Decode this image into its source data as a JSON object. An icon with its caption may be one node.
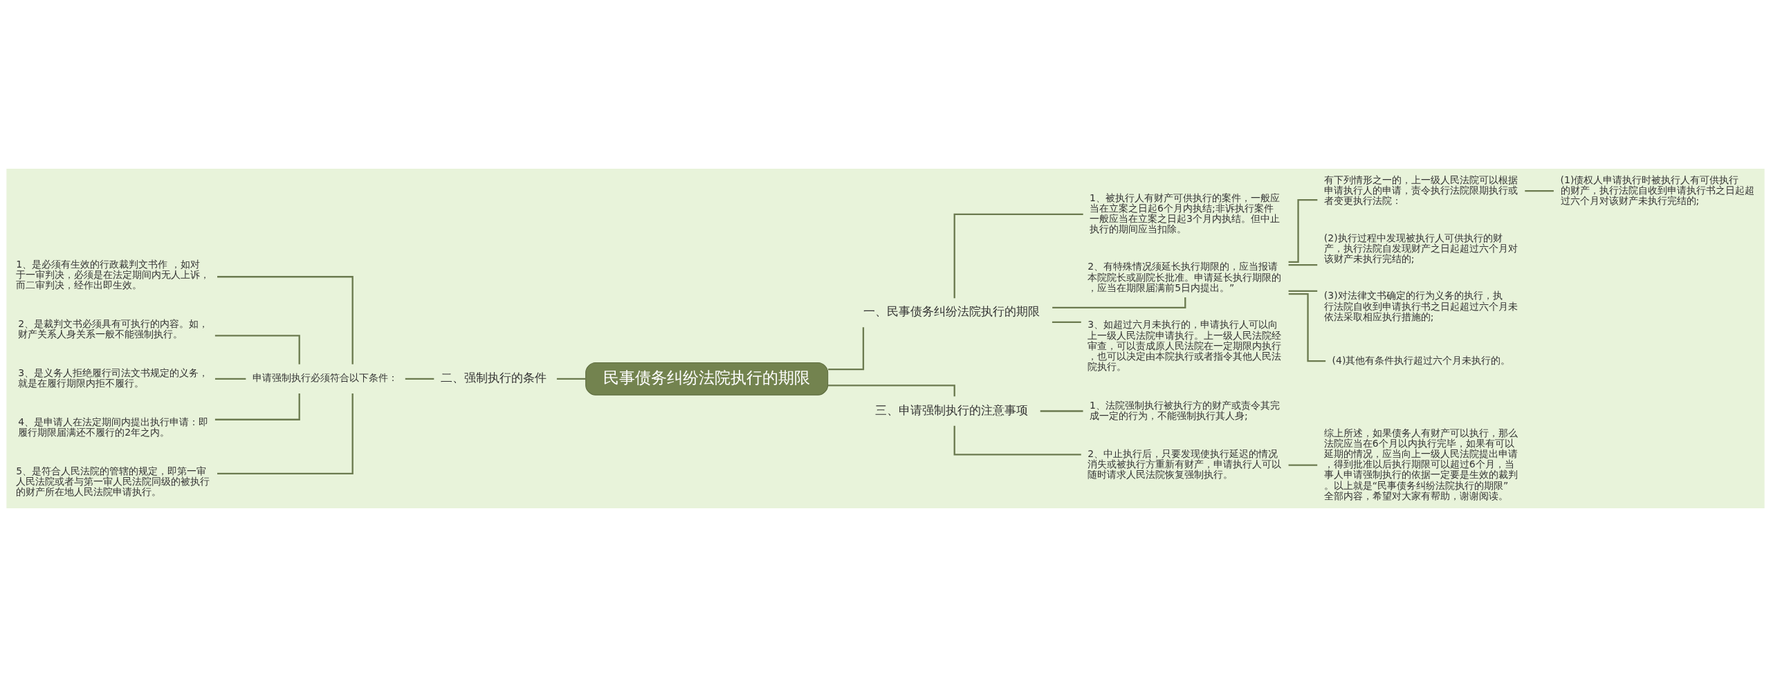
{
  "diagram": {
    "nodes": [
      {
        "text": [
          "民事债务纠纷法院执行的期限"
        ]
      },
      {
        "text": [
          "一、民事债务纠纷法院执行的期限"
        ]
      },
      {
        "text": [
          "1、被执行人有财产可供执行的案件，一般应当在立案之日起6个月内执结;非诉执行案件一般应当在立案之日起3个月内执结。但中止执行的期间应当扣除。"
        ]
      },
      {
        "text": [
          "2、有特殊情况须延长执行期限的，应当报请本院院长或副院长批准。申请延长执行期限的，应当在期限届满前5日内提出。”"
        ]
      },
      {
        "text": [
          "有下列情形之一的，上一级人民法院可以根据申请执行人的申请，责令执行法院限期执行或者变更执行法院："
        ]
      },
      {
        "text": [
          "(1)债权人申请执行时被执行人有可供执行的财产，执行法院自收到申请执行书之日起超过六个月对该财产未执行完结的;"
        ]
      },
      {
        "text": [
          "(2)执行过程中发现被执行人可供执行的财产，执行法院自发现财产之日起超过六个月对该财产未执行完结的;"
        ]
      },
      {
        "text": [
          "(3)对法律文书确定的行为义务的执行，执行法院自收到申请执行书之日起超过六个月未依法采取相应执行措施的;"
        ]
      },
      {
        "text": [
          "(4)其他有条件执行超过六个月未执行的。"
        ]
      },
      {
        "text": [
          "3、如超过六月未执行的，申请执行人可以向上一级人民法院申请执行。上一级人民法院经审查，可以责成原人民法院在一定期限内执行，也可以决定由本院执行或者指令其他人民法院执行。"
        ]
      },
      {
        "text": [
          "三、申请强制执行的注意事项"
        ]
      },
      {
        "text": [
          "1、法院强制执行被执行方的财产或责令其完成一定的行为，不能强制执行其人身;"
        ]
      },
      {
        "text": [
          "2、中止执行后，只要发现使执行延迟的情况消失或被执行方重新有财产，申请执行人可以随时请求人民法院恢复强制执行。"
        ]
      },
      {
        "text": [
          "综上所述，如果债务人有财产可以执行，那么法院应当在6个月以内执行完毕，如果有可以延期的情况，应当向上一级人民法院提出申请，得到批准以后执行期限可以超过6个月，当事人申请强制执行的依据一定要是生效的裁判。以上就是“民事债务纠纷法院执行的期限”全部内容，希望对大家有帮助，谢谢阅读。"
        ]
      },
      {
        "text": [
          "二、强制执行的条件"
        ]
      },
      {
        "text": [
          "申请强制执行必须符合以下条件："
        ]
      },
      {
        "text": [
          "1、是必须有生效的行政裁判文书作 ，如对于一审判决，必须是在法定期间内无人上诉，而二审判决，经作出即生效。"
        ]
      },
      {
        "text": [
          "2、是裁判文书必须具有可执行的内容。如，财产关系人身关系一般不能强制执行。"
        ]
      },
      {
        "text": [
          "3、是义务人拒绝履行司法文书规定的义务，就是在履行期限内拒不履行。"
        ]
      },
      {
        "text": [
          "4、是申请人在法定期间内提出执行申请：即履行期限届满还不履行的2年之内。"
        ]
      },
      {
        "text": [
          "5、是符合人民法院的管辖的规定，即第一审人民法院或者与第一审人民法院同级的被执行的财产所在地人民法院申请执行。"
        ]
      }
    ],
    "edges": [
      {
        "from": 0,
        "to": 1,
        "arrow": "none"
      },
      {
        "from": 1,
        "to": 2,
        "arrow": "none"
      },
      {
        "from": 1,
        "to": 3,
        "arrow": "none"
      },
      {
        "from": 3,
        "to": 4,
        "arrow": "none"
      },
      {
        "from": 4,
        "to": 5,
        "arrow": "none"
      },
      {
        "from": 3,
        "to": 6,
        "arrow": "none"
      },
      {
        "from": 3,
        "to": 7,
        "arrow": "none"
      },
      {
        "from": 3,
        "to": 8,
        "arrow": "none"
      },
      {
        "from": 1,
        "to": 9,
        "arrow": "none"
      },
      {
        "from": 0,
        "to": 10,
        "arrow": "none"
      },
      {
        "from": 10,
        "to": 11,
        "arrow": "none"
      },
      {
        "from": 10,
        "to": 12,
        "arrow": "none"
      },
      {
        "from": 12,
        "to": 13,
        "arrow": "none"
      },
      {
        "from": 0,
        "to": 14,
        "arrow": "none"
      },
      {
        "from": 14,
        "to": 15,
        "arrow": "none"
      },
      {
        "from": 15,
        "to": 16,
        "arrow": "none"
      },
      {
        "from": 15,
        "to": 17,
        "arrow": "none"
      },
      {
        "from": 15,
        "to": 18,
        "arrow": "none"
      },
      {
        "from": 15,
        "to": 19,
        "arrow": "none"
      },
      {
        "from": 15,
        "to": 20,
        "arrow": "none"
      }
    ]
  }
}
